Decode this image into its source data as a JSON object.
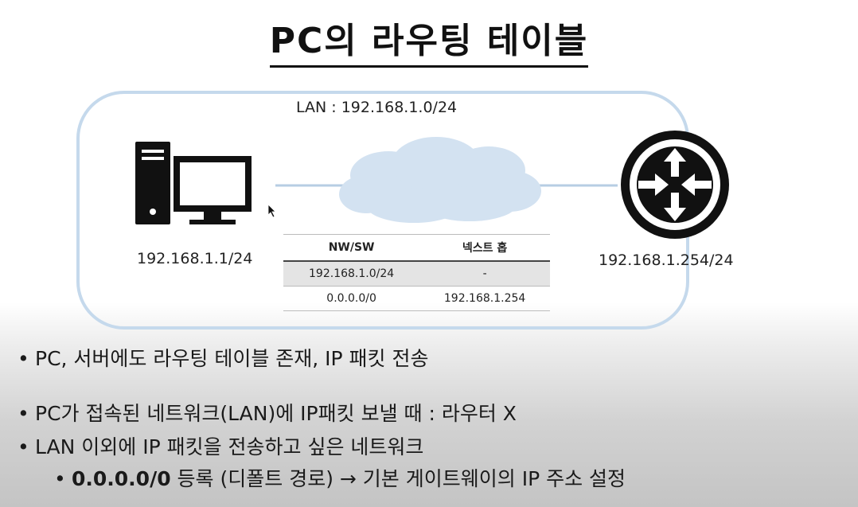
{
  "title": "PC의 라우팅 테이블",
  "diagram": {
    "lan_label": "LAN : 192.168.1.0/24",
    "pc_ip": "192.168.1.1/24",
    "router_ip": "192.168.1.254/24",
    "icons": [
      "pc-icon",
      "cloud-icon",
      "router-icon"
    ]
  },
  "routing_table": {
    "headers": [
      "NW/SW",
      "넥스트 홉"
    ],
    "rows": [
      [
        "192.168.1.0/24",
        "-"
      ],
      [
        "0.0.0.0/0",
        "192.168.1.254"
      ]
    ]
  },
  "bullets": {
    "b1": "PC, 서버에도 라우팅 테이블 존재, IP 패킷 전송",
    "b2": "PC가 접속된 네트워크(LAN)에 IP패킷 보낼 때 : 라우터 X",
    "b3": "LAN 이외에 IP 패킷을 전송하고 싶은 네트워크",
    "b4_strong": "0.0.0.0/0",
    "b4_rest": " 등록 (디폴트 경로) → 기본 게이트웨이의 IP 주소 설정"
  },
  "bullet_symbol": "•",
  "colors": {
    "lan_border": "#c5d9ec",
    "cloud": "#d3e2f1",
    "router": "#111111"
  }
}
